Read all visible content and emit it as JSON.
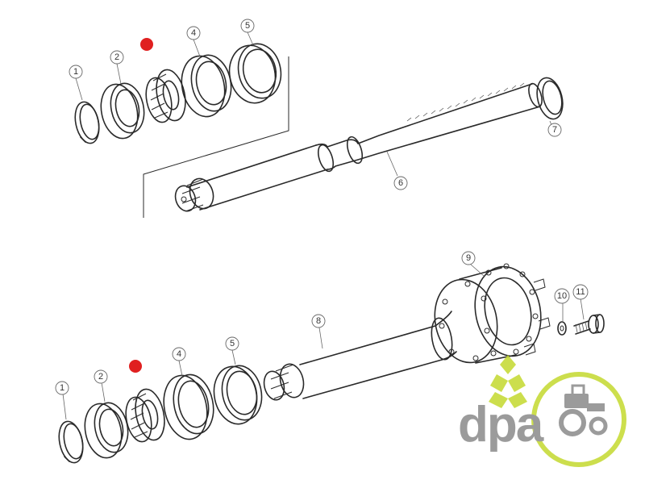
{
  "top_assembly": {
    "callouts": [
      "1",
      "2",
      "4",
      "5",
      "6",
      "7"
    ]
  },
  "bottom_assembly": {
    "callouts": [
      "1",
      "2",
      "4",
      "5",
      "8",
      "9",
      "10",
      "11"
    ]
  },
  "highlight_color": "#e02020",
  "logo": {
    "text": "dpa",
    "text_color": "#8a8a8a",
    "accent_color": "#c4d92e"
  }
}
